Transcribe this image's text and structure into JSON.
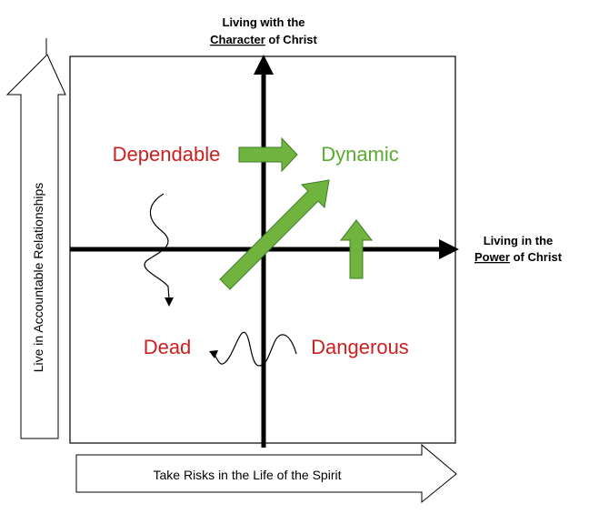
{
  "top_label": {
    "line1": "Living with the",
    "line2_underlined": "Character",
    "line2_rest": " of Christ"
  },
  "right_label": {
    "line1": "Living in the",
    "line2_underlined": "Power",
    "line2_rest": " of Christ"
  },
  "quadrants": {
    "top_left": "Dependable",
    "top_right": "Dynamic",
    "bottom_left": "Dead",
    "bottom_right": "Dangerous"
  },
  "side_arrows": {
    "vertical_label": "Live in Accountable Relationships",
    "horizontal_label": "Take Risks in the Life of the Spirit"
  },
  "colors": {
    "red": "#cc1f1f",
    "green": "#5aab32",
    "arrow_fill": "#6fb43f",
    "arrow_stroke": "#3e7d24",
    "black": "#000000"
  }
}
